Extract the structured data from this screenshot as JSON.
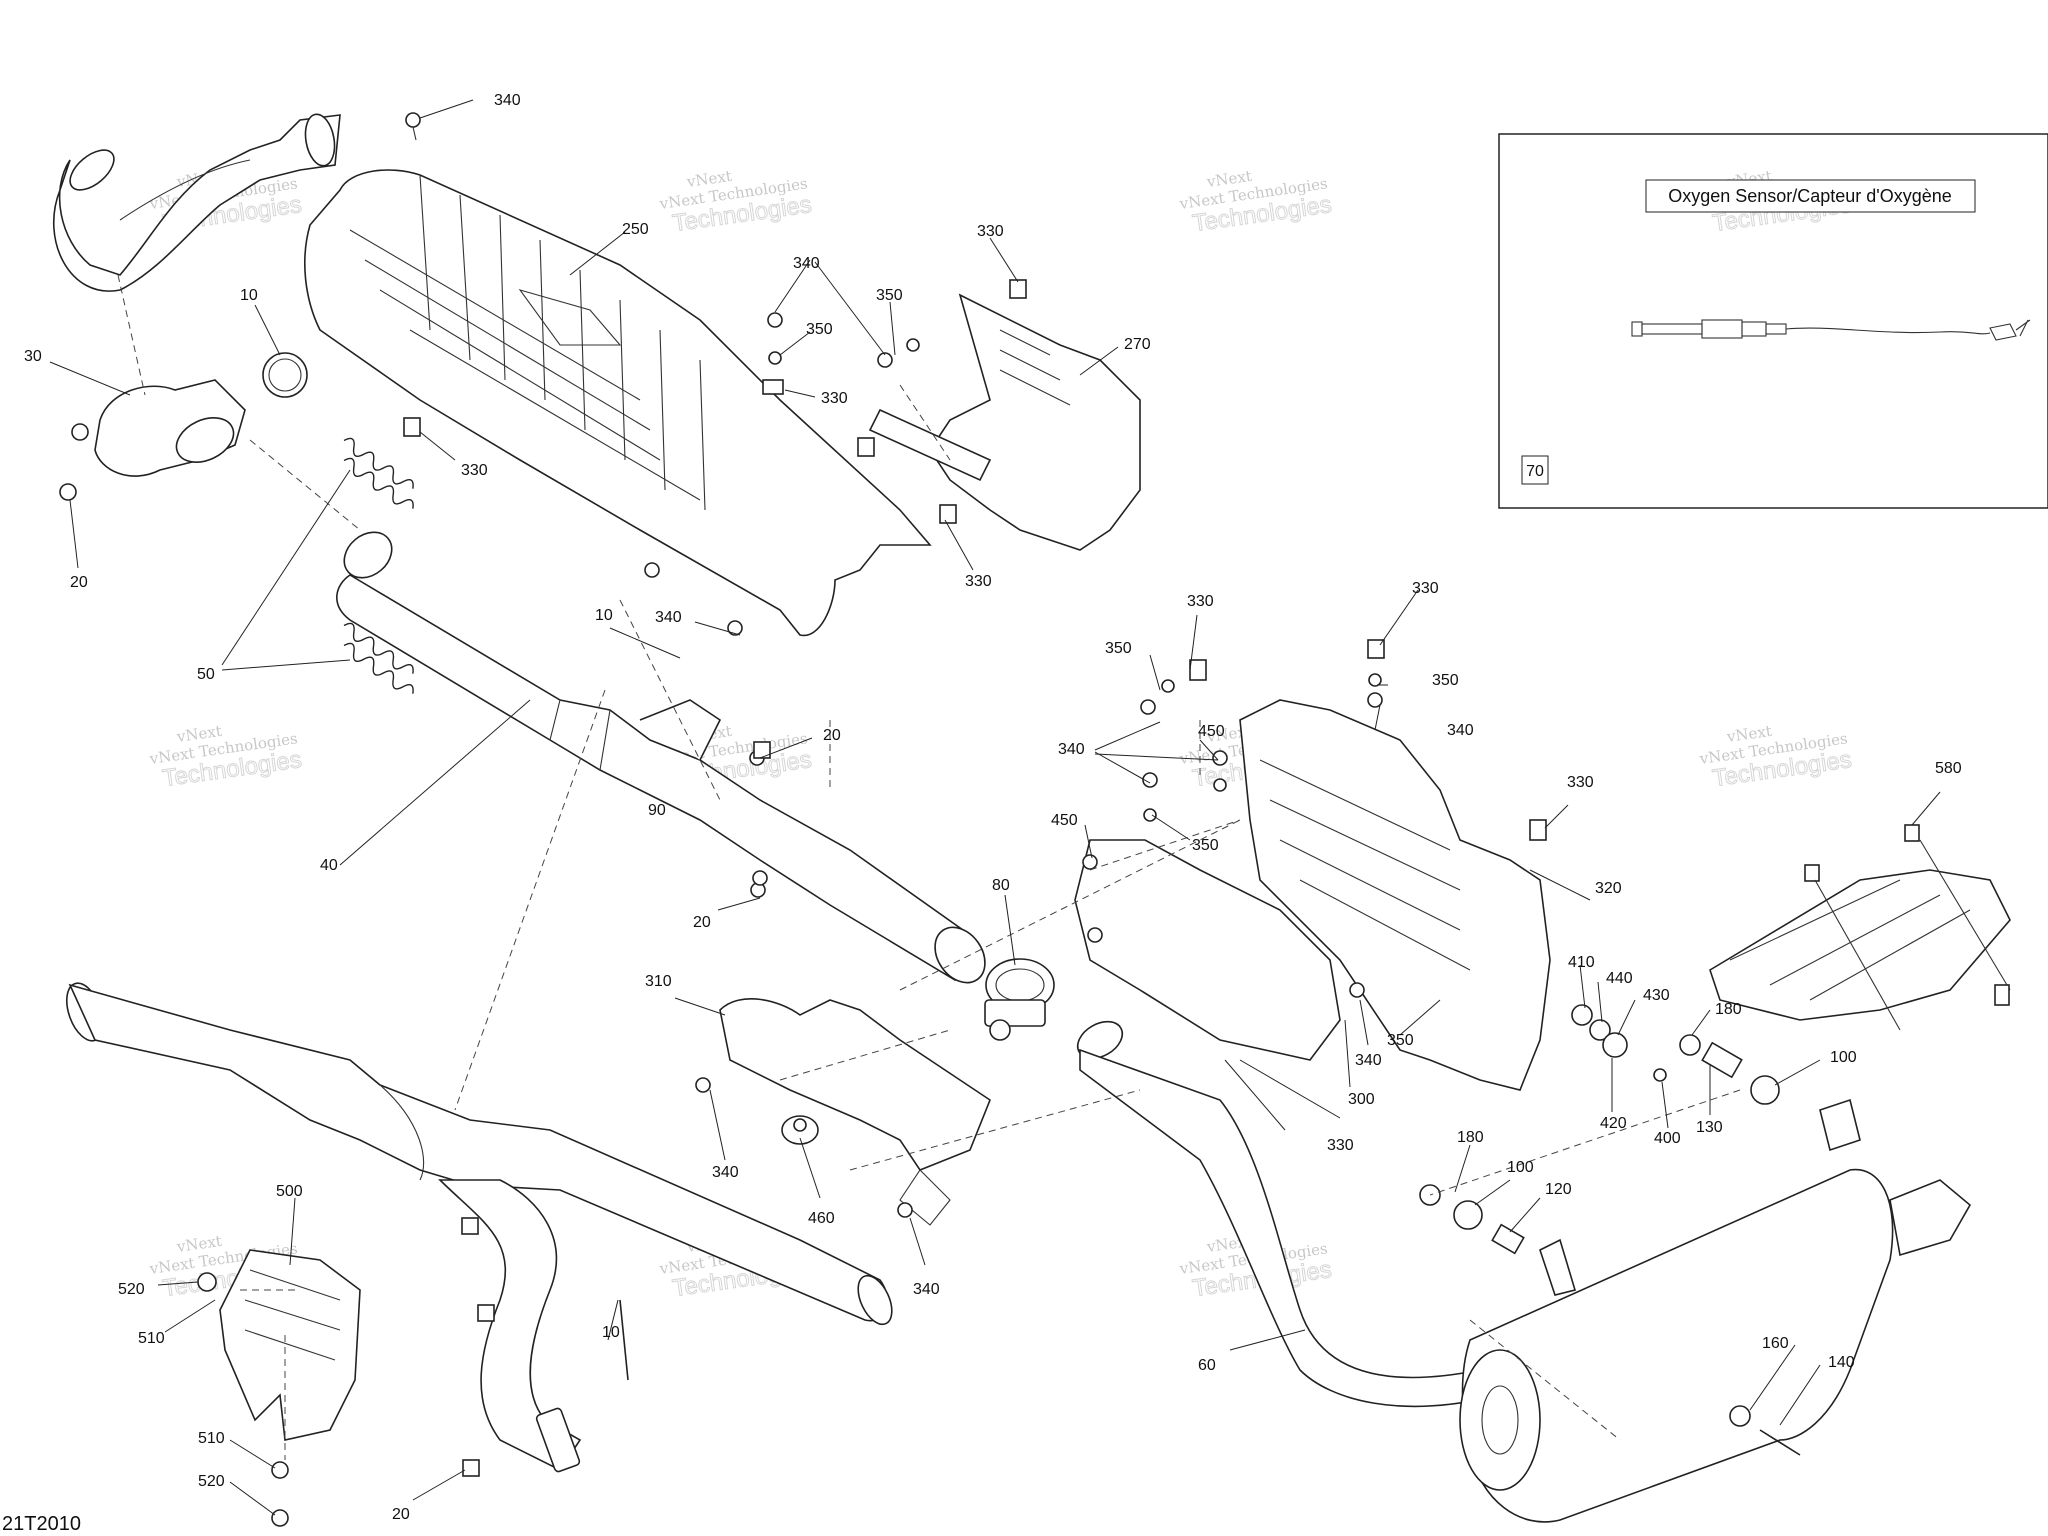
{
  "diagram_id": "21T2010",
  "inset": {
    "title": "Oxygen Sensor/Capteur d'Oxygène",
    "part_number": "70"
  },
  "watermark": {
    "line1": "vNext Technologies",
    "line2": "vNext",
    "line3": "Technologies"
  },
  "callouts": [
    {
      "id": "c340a",
      "text": "340"
    },
    {
      "id": "c250",
      "text": "250"
    },
    {
      "id": "c340b",
      "text": "340"
    },
    {
      "id": "c350a",
      "text": "350"
    },
    {
      "id": "c330a",
      "text": "330"
    },
    {
      "id": "c350b",
      "text": "350"
    },
    {
      "id": "c270",
      "text": "270"
    },
    {
      "id": "c330b",
      "text": "330"
    },
    {
      "id": "c330c",
      "text": "330"
    },
    {
      "id": "c330d",
      "text": "330"
    },
    {
      "id": "c10a",
      "text": "10"
    },
    {
      "id": "c30",
      "text": "30"
    },
    {
      "id": "c20a",
      "text": "20"
    },
    {
      "id": "c50",
      "text": "50"
    },
    {
      "id": "c10b",
      "text": "10"
    },
    {
      "id": "c340c",
      "text": "340"
    },
    {
      "id": "c20b",
      "text": "20"
    },
    {
      "id": "c90",
      "text": "90"
    },
    {
      "id": "c20c",
      "text": "20"
    },
    {
      "id": "c40",
      "text": "40"
    },
    {
      "id": "c330e",
      "text": "330"
    },
    {
      "id": "c350c",
      "text": "350"
    },
    {
      "id": "c330f",
      "text": "330"
    },
    {
      "id": "c350d",
      "text": "350"
    },
    {
      "id": "c340d",
      "text": "340"
    },
    {
      "id": "c450a",
      "text": "450"
    },
    {
      "id": "c340e",
      "text": "340"
    },
    {
      "id": "c350e",
      "text": "350"
    },
    {
      "id": "c450b",
      "text": "450"
    },
    {
      "id": "c330g",
      "text": "330"
    },
    {
      "id": "c320",
      "text": "320"
    },
    {
      "id": "c80",
      "text": "80"
    },
    {
      "id": "c310",
      "text": "310"
    },
    {
      "id": "c340f",
      "text": "340"
    },
    {
      "id": "c460",
      "text": "460"
    },
    {
      "id": "c340g",
      "text": "340"
    },
    {
      "id": "c340h",
      "text": "340"
    },
    {
      "id": "c350f",
      "text": "350"
    },
    {
      "id": "c300",
      "text": "300"
    },
    {
      "id": "c330h",
      "text": "330"
    },
    {
      "id": "c410",
      "text": "410"
    },
    {
      "id": "c440",
      "text": "440"
    },
    {
      "id": "c430",
      "text": "430"
    },
    {
      "id": "c420",
      "text": "420"
    },
    {
      "id": "c400",
      "text": "400"
    },
    {
      "id": "c180a",
      "text": "180"
    },
    {
      "id": "c130",
      "text": "130"
    },
    {
      "id": "c100a",
      "text": "100"
    },
    {
      "id": "c580",
      "text": "580"
    },
    {
      "id": "c180b",
      "text": "180"
    },
    {
      "id": "c100b",
      "text": "100"
    },
    {
      "id": "c120",
      "text": "120"
    },
    {
      "id": "c60",
      "text": "60"
    },
    {
      "id": "c160",
      "text": "160"
    },
    {
      "id": "c140",
      "text": "140"
    },
    {
      "id": "c500",
      "text": "500"
    },
    {
      "id": "c520a",
      "text": "520"
    },
    {
      "id": "c510a",
      "text": "510"
    },
    {
      "id": "c510b",
      "text": "510"
    },
    {
      "id": "c520b",
      "text": "520"
    },
    {
      "id": "c10c",
      "text": "10"
    },
    {
      "id": "c20d",
      "text": "20"
    }
  ]
}
